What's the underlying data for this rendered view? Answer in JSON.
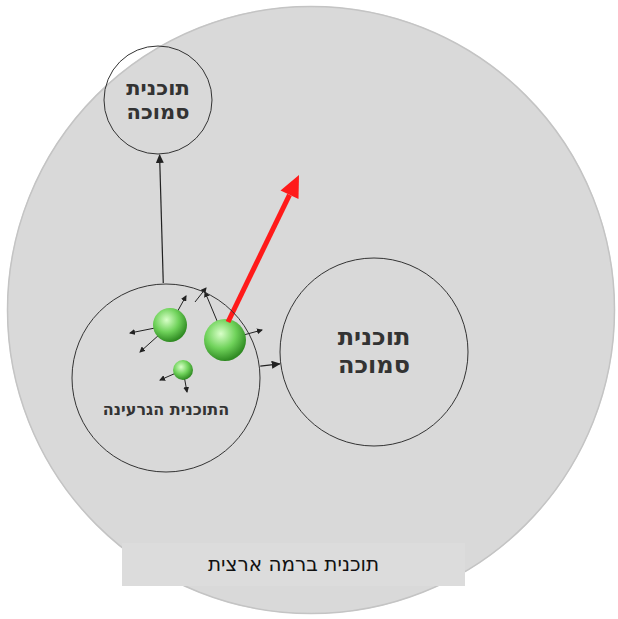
{
  "diagram": {
    "nodes": [
      {
        "text": [
          "תוכנית ברמה ארצית"
        ]
      },
      {
        "text": [
          "תוכנית סמוכה"
        ],
        "in": 0
      },
      {
        "text": [
          "התוכנית הגרעינה"
        ],
        "in": 0
      },
      {
        "text": [
          "תוכנית סמוכה"
        ],
        "in": 0
      }
    ],
    "edges": [
      {
        "from": 2,
        "to": 1,
        "arrow": "to"
      },
      {
        "from": 2,
        "to": 3,
        "arrow": "to"
      }
    ]
  }
}
